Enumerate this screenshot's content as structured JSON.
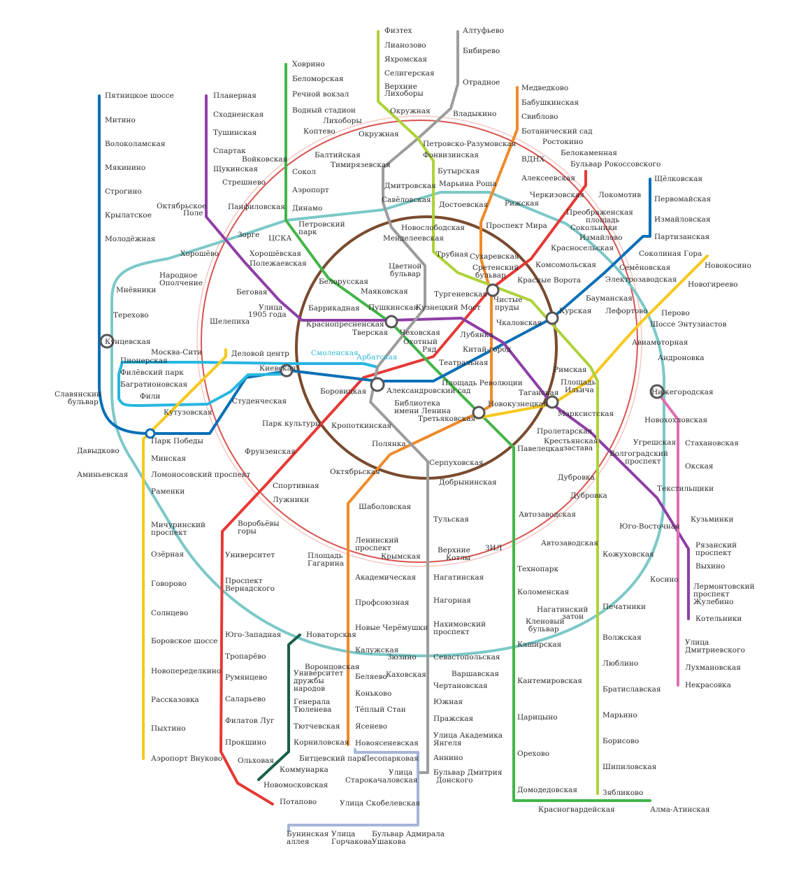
{
  "map": {
    "lines": {
      "line1": {
        "color": "#e53935"
      },
      "line2": {
        "color": "#43b549"
      },
      "line3": {
        "color": "#0a6fb7"
      },
      "line4": {
        "color": "#27b7e0"
      },
      "line5": {
        "color": "#7a4a2e"
      },
      "line6": {
        "color": "#ef8a2a"
      },
      "line7": {
        "color": "#8e3ea6"
      },
      "line8": {
        "color": "#f7c81c"
      },
      "line9": {
        "color": "#9c9c9c"
      },
      "line10": {
        "color": "#aed23a"
      },
      "line11": {
        "color": "#7cc8c8"
      },
      "line12": {
        "color": "#a6b5d8"
      },
      "line14": {
        "color": "#d9544f"
      },
      "line15": {
        "color": "#de6fb5"
      },
      "line16": {
        "color": "#1a5f48"
      }
    },
    "labels": [
      {
        "t": "Пятницкое шоссе"
      },
      {
        "t": "Митино"
      },
      {
        "t": "Волоколамская"
      },
      {
        "t": "Мякинино"
      },
      {
        "t": "Строгино"
      },
      {
        "t": "Крылатское"
      },
      {
        "t": "Молодёжная"
      },
      {
        "t": "Кунцевская"
      },
      {
        "t": "Пионерская"
      },
      {
        "t": "Филёвский парк"
      },
      {
        "t": "Багратионовская"
      },
      {
        "t": "Фили"
      },
      {
        "t": "Кутузовская"
      },
      {
        "t": "Славянский"
      },
      {
        "t": "бульвар"
      },
      {
        "t": "Давыдково"
      },
      {
        "t": "Аминьевская"
      },
      {
        "t": "Мнёвники"
      },
      {
        "t": "Терехово"
      },
      {
        "t": "Народное"
      },
      {
        "t": "Ополчение"
      },
      {
        "t": "Хорошёво"
      },
      {
        "t": "Октябрьское"
      },
      {
        "t": "Поле"
      },
      {
        "t": "Планерная"
      },
      {
        "t": "Сходненская"
      },
      {
        "t": "Тушинская"
      },
      {
        "t": "Спартак"
      },
      {
        "t": "Щукинская"
      },
      {
        "t": "Стрешнево"
      },
      {
        "t": "Хорошёвская"
      },
      {
        "t": "Полежаевская"
      },
      {
        "t": "Беговая"
      },
      {
        "t": "Улица"
      },
      {
        "t": "1905 года"
      },
      {
        "t": "Шелепиха"
      },
      {
        "t": "Москва-Сити"
      },
      {
        "t": "Деловой центр"
      },
      {
        "t": "Киевская"
      },
      {
        "t": "Студенческая"
      },
      {
        "t": "Парк Победы"
      },
      {
        "t": "Минская"
      },
      {
        "t": "Ломоносовский проспект"
      },
      {
        "t": "Раменки"
      },
      {
        "t": "Мичуринский"
      },
      {
        "t": "проспект"
      },
      {
        "t": "Озёрная"
      },
      {
        "t": "Говорово"
      },
      {
        "t": "Солнцево"
      },
      {
        "t": "Боровское шоссе"
      },
      {
        "t": "Новопеределкино"
      },
      {
        "t": "Рассказовка"
      },
      {
        "t": "Пыхтино"
      },
      {
        "t": "Аэропорт Внуково"
      },
      {
        "t": "Ховрино"
      },
      {
        "t": "Беломорская"
      },
      {
        "t": "Речной вокзал"
      },
      {
        "t": "Водный стадион"
      },
      {
        "t": "Войковская"
      },
      {
        "t": "Сокол"
      },
      {
        "t": "Аэропорт"
      },
      {
        "t": "Динамо"
      },
      {
        "t": "Петровский"
      },
      {
        "t": "парк"
      },
      {
        "t": "ЦСКА"
      },
      {
        "t": "Панфиловская"
      },
      {
        "t": "Зорге"
      },
      {
        "t": "Балтийская"
      },
      {
        "t": "Коптево"
      },
      {
        "t": "Лихоборы"
      },
      {
        "t": "Окружная"
      },
      {
        "t": "Тимирязевская"
      },
      {
        "t": "Физтех"
      },
      {
        "t": "Лианозово"
      },
      {
        "t": "Яхромская"
      },
      {
        "t": "Селигерская"
      },
      {
        "t": "Верхние"
      },
      {
        "t": "Лихоборы"
      },
      {
        "t": "Окружная"
      },
      {
        "t": "Алтуфьево"
      },
      {
        "t": "Бибирево"
      },
      {
        "t": "Отрадное"
      },
      {
        "t": "Владыкино"
      },
      {
        "t": "Петровско-Разумовская"
      },
      {
        "t": "Фонвизинская"
      },
      {
        "t": "Бутырская"
      },
      {
        "t": "Дмитровская"
      },
      {
        "t": "Марьина Роща"
      },
      {
        "t": "Савёловская"
      },
      {
        "t": "Достоевская"
      },
      {
        "t": "Медведково"
      },
      {
        "t": "Бабушкинская"
      },
      {
        "t": "Свиблово"
      },
      {
        "t": "Ботанический сад"
      },
      {
        "t": "Ростокино"
      },
      {
        "t": "Белокаменная"
      },
      {
        "t": "Бульвар Рокоссовского"
      },
      {
        "t": "ВДНХ"
      },
      {
        "t": "Алексеевская"
      },
      {
        "t": "Черкизовская"
      },
      {
        "t": "Локомотив"
      },
      {
        "t": "Рижская"
      },
      {
        "t": "Преображенская"
      },
      {
        "t": "площадь"
      },
      {
        "t": "Сокольники"
      },
      {
        "t": "Проспект Мира"
      },
      {
        "t": "Щёлковская"
      },
      {
        "t": "Первомайская"
      },
      {
        "t": "Измайловская"
      },
      {
        "t": "Партизанская"
      },
      {
        "t": "Измайлово"
      },
      {
        "t": "Соколиная Гора"
      },
      {
        "t": "Семёновская"
      },
      {
        "t": "Электрозаводская"
      },
      {
        "t": "Бауманская"
      },
      {
        "t": "Лефортово"
      },
      {
        "t": "Новокосино"
      },
      {
        "t": "Новогиреево"
      },
      {
        "t": "Перово"
      },
      {
        "t": "Шоссе Энтузиастов"
      },
      {
        "t": "Авиамоторная"
      },
      {
        "t": "Андроновка"
      },
      {
        "t": "Нижегородская"
      },
      {
        "t": "Новохохловская"
      },
      {
        "t": "Угрешская"
      },
      {
        "t": "Стахановская"
      },
      {
        "t": "Окская"
      },
      {
        "t": "Текстильщики"
      },
      {
        "t": "Кузьминки"
      },
      {
        "t": "Рязанский"
      },
      {
        "t": "проспект"
      },
      {
        "t": "Выхино"
      },
      {
        "t": "Лермонтовский"
      },
      {
        "t": "проспект"
      },
      {
        "t": "Жулебино"
      },
      {
        "t": "Котельники"
      },
      {
        "t": "Косино"
      },
      {
        "t": "Улица"
      },
      {
        "t": "Дмитриевского"
      },
      {
        "t": "Лухмановская"
      },
      {
        "t": "Некрасовка"
      },
      {
        "t": "Новослободская"
      },
      {
        "t": "Менделеевская"
      },
      {
        "t": "Цветной"
      },
      {
        "t": "бульвар"
      },
      {
        "t": "Трубная"
      },
      {
        "t": "Сухаревская"
      },
      {
        "t": "Сретенский"
      },
      {
        "t": "бульвар"
      },
      {
        "t": "Тургеневская"
      },
      {
        "t": "Чистые"
      },
      {
        "t": "пруды"
      },
      {
        "t": "Комсомольская"
      },
      {
        "t": "Красносельская"
      },
      {
        "t": "Красные Ворота"
      },
      {
        "t": "Белорусская"
      },
      {
        "t": "Маяковская"
      },
      {
        "t": "Баррикадная"
      },
      {
        "t": "Пушкинская"
      },
      {
        "t": "Кузнецкий Мост"
      },
      {
        "t": "Краснопресненская"
      },
      {
        "t": "Тверская"
      },
      {
        "t": "Чеховская"
      },
      {
        "t": "Охотный"
      },
      {
        "t": "Ряд"
      },
      {
        "t": "Лубянка"
      },
      {
        "t": "Китай-город"
      },
      {
        "t": "Чкаловская"
      },
      {
        "t": "Курская"
      },
      {
        "t": "Смоленская"
      },
      {
        "t": "Арбатская"
      },
      {
        "t": "Театральная"
      },
      {
        "t": "Площадь Революции"
      },
      {
        "t": "Боровицкая"
      },
      {
        "t": "Александровский сад"
      },
      {
        "t": "Библиотека"
      },
      {
        "t": "имени Ленина"
      },
      {
        "t": "Римская"
      },
      {
        "t": "Площадь"
      },
      {
        "t": "Ильича"
      },
      {
        "t": "Таганская"
      },
      {
        "t": "Марксистская"
      },
      {
        "t": "Новокузнецкая"
      },
      {
        "t": "Третьяковская"
      },
      {
        "t": "Парк культуры"
      },
      {
        "t": "Кропоткинская"
      },
      {
        "t": "Фрунзенская"
      },
      {
        "t": "Полянка"
      },
      {
        "t": "Серпуховская"
      },
      {
        "t": "Добрынинская"
      },
      {
        "t": "Октябрьская"
      },
      {
        "t": "Павелецкая"
      },
      {
        "t": "Пролетарская"
      },
      {
        "t": "Крестьянская"
      },
      {
        "t": "застава"
      },
      {
        "t": "Волгоградский"
      },
      {
        "t": "проспект"
      },
      {
        "t": "Дубровка"
      },
      {
        "t": "Дубровка"
      },
      {
        "t": "Юго-Восточная"
      },
      {
        "t": "Кожуховская"
      },
      {
        "t": "Спортивная"
      },
      {
        "t": "Лужники"
      },
      {
        "t": "Воробьёвы"
      },
      {
        "t": "горы"
      },
      {
        "t": "Университет"
      },
      {
        "t": "Проспект"
      },
      {
        "t": "Вернадского"
      },
      {
        "t": "Юго-Западная"
      },
      {
        "t": "Тропарёво"
      },
      {
        "t": "Румянцево"
      },
      {
        "t": "Саларьево"
      },
      {
        "t": "Филатов Луг"
      },
      {
        "t": "Прокшино"
      },
      {
        "t": "Ольховая"
      },
      {
        "t": "Коммунарка"
      },
      {
        "t": "Новомосковская"
      },
      {
        "t": "Потапово"
      },
      {
        "t": "Шаболовская"
      },
      {
        "t": "Ленинский"
      },
      {
        "t": "проспект"
      },
      {
        "t": "Площадь"
      },
      {
        "t": "Гагарина"
      },
      {
        "t": "Крымская"
      },
      {
        "t": "Академическая"
      },
      {
        "t": "Профсоюзная"
      },
      {
        "t": "Новые Черёмушки"
      },
      {
        "t": "Калужская"
      },
      {
        "t": "Беляево"
      },
      {
        "t": "Коньково"
      },
      {
        "t": "Тёплый Стан"
      },
      {
        "t": "Ясенево"
      },
      {
        "t": "Новоясеневская"
      },
      {
        "t": "Новаторская"
      },
      {
        "t": "Воронцовская"
      },
      {
        "t": "Университет"
      },
      {
        "t": "дружбы"
      },
      {
        "t": "народов"
      },
      {
        "t": "Генерала"
      },
      {
        "t": "Тюленева"
      },
      {
        "t": "Тютчевская"
      },
      {
        "t": "Корниловская"
      },
      {
        "t": "Битцевский парк"
      },
      {
        "t": "Лесопарковая"
      },
      {
        "t": "Улица"
      },
      {
        "t": "Старокачаловская"
      },
      {
        "t": "Бульвар Дмитрия"
      },
      {
        "t": "Донского"
      },
      {
        "t": "Улица Скобелевская"
      },
      {
        "t": "Бунинская"
      },
      {
        "t": "аллея"
      },
      {
        "t": "Улица"
      },
      {
        "t": "Горчакова"
      },
      {
        "t": "Бульвар Адмирала"
      },
      {
        "t": "Ушакова"
      },
      {
        "t": "Тульская"
      },
      {
        "t": "Верхние"
      },
      {
        "t": "Котлы"
      },
      {
        "t": "ЗИЛ"
      },
      {
        "t": "Нагатинская"
      },
      {
        "t": "Нагорная"
      },
      {
        "t": "Нахимовский"
      },
      {
        "t": "проспект"
      },
      {
        "t": "Севастопольская"
      },
      {
        "t": "Зюзино"
      },
      {
        "t": "Каховская"
      },
      {
        "t": "Варшавская"
      },
      {
        "t": "Чертановская"
      },
      {
        "t": "Южная"
      },
      {
        "t": "Пражская"
      },
      {
        "t": "Улица Академика"
      },
      {
        "t": "Янгеля"
      },
      {
        "t": "Аннино"
      },
      {
        "t": "Автозаводская"
      },
      {
        "t": "Автозаводская"
      },
      {
        "t": "Технопарк"
      },
      {
        "t": "Коломенская"
      },
      {
        "t": "Нагатинский"
      },
      {
        "t": "затон"
      },
      {
        "t": "Кленовый"
      },
      {
        "t": "бульвар"
      },
      {
        "t": "Каширская"
      },
      {
        "t": "Кантемировская"
      },
      {
        "t": "Царицыно"
      },
      {
        "t": "Орехово"
      },
      {
        "t": "Домодедовская"
      },
      {
        "t": "Красногвардейская"
      },
      {
        "t": "Алма-Атинская"
      },
      {
        "t": "Печатники"
      },
      {
        "t": "Волжская"
      },
      {
        "t": "Люблино"
      },
      {
        "t": "Братиславская"
      },
      {
        "t": "Марьино"
      },
      {
        "t": "Борисово"
      },
      {
        "t": "Шипиловская"
      },
      {
        "t": "Зябликово"
      }
    ]
  }
}
